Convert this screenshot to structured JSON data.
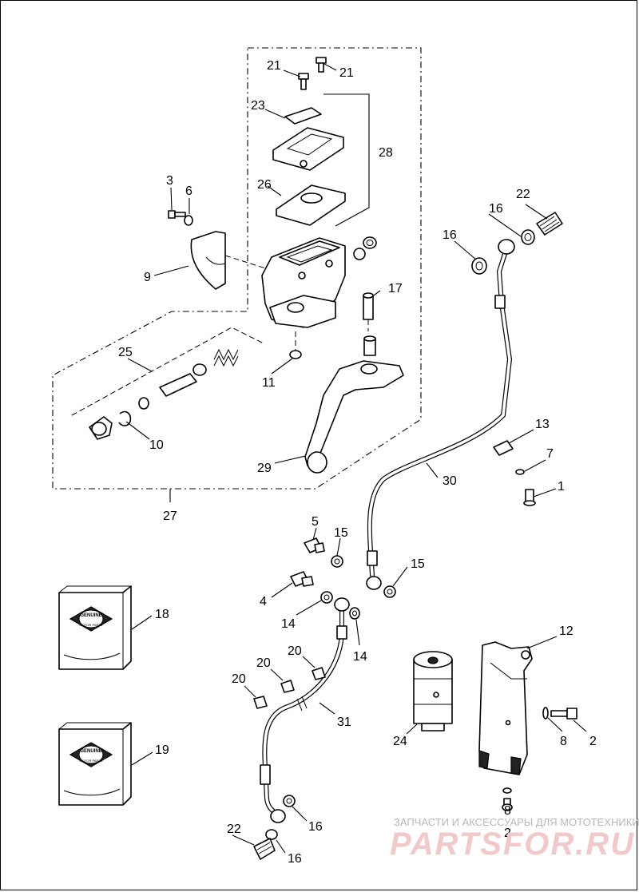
{
  "diagram": {
    "type": "exploded-parts-diagram",
    "callouts": [
      "1",
      "2",
      "3",
      "4",
      "5",
      "6",
      "7",
      "8",
      "9",
      "10",
      "11",
      "12",
      "13",
      "14",
      "15",
      "16",
      "17",
      "18",
      "19",
      "20",
      "21",
      "22",
      "23",
      "24",
      "25",
      "26",
      "27",
      "28",
      "29",
      "30",
      "31"
    ],
    "labels": {
      "p21a": "21",
      "p21b": "21",
      "p23": "23",
      "p28": "28",
      "p3": "3",
      "p6": "6",
      "p26": "26",
      "p22a": "22",
      "p16a": "16",
      "p16b": "16",
      "p9": "9",
      "p17": "17",
      "p25": "25",
      "p11": "11",
      "p10": "10",
      "p29": "29",
      "p30": "30",
      "p13": "13",
      "p7": "7",
      "p1": "1",
      "p27": "27",
      "p5": "5",
      "p15a": "15",
      "p15b": "15",
      "p4": "4",
      "p14a": "14",
      "p14b": "14",
      "p18": "18",
      "p12": "12",
      "p20a": "20",
      "p20b": "20",
      "p20c": "20",
      "p31": "31",
      "p2a": "2",
      "p8a": "8",
      "p24": "24",
      "p19": "19",
      "p8b": "8",
      "p2b": "2",
      "p22b": "22",
      "p16c": "16",
      "p16d": "16"
    },
    "box_label": {
      "top": "GENUINE",
      "bottom": "MOTOR PARTS"
    }
  },
  "watermark": {
    "line1": "ЗАПЧАСТИ И АКСЕССУАРЫ ДЛЯ МОТОТЕХНИКИ",
    "line2": "PARTSFOR.RU"
  }
}
